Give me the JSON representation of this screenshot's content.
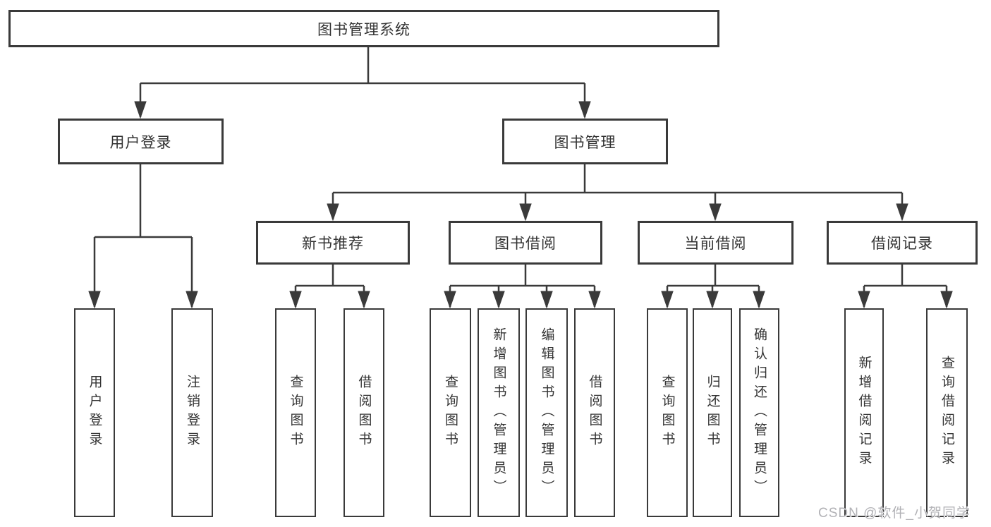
{
  "colors": {
    "background": "#ffffff",
    "line": "#3a3a3a",
    "box_border": "#3a3a3a",
    "text": "#333333",
    "watermark_text": "#b2b2b6"
  },
  "watermark": {
    "text": "CSDN @软件_小贺同学"
  },
  "tree": {
    "root": {
      "label": "图书管理系统"
    },
    "level2": [
      {
        "label": "用户登录",
        "leaves": [
          "用户登录",
          "注销登录"
        ]
      },
      {
        "label": "图书管理",
        "groups": [
          {
            "label": "新书推荐",
            "leaves": [
              "查询图书",
              "借阅图书"
            ]
          },
          {
            "label": "图书借阅",
            "leaves": [
              "查询图书",
              "新增图书（管理员）",
              "编辑图书（管理员）",
              "借阅图书"
            ]
          },
          {
            "label": "当前借阅",
            "leaves": [
              "查询图书",
              "归还图书",
              "确认归还（管理员）"
            ]
          },
          {
            "label": "借阅记录",
            "leaves": [
              "新增借阅记录",
              "查询借阅记录"
            ]
          }
        ]
      }
    ]
  }
}
